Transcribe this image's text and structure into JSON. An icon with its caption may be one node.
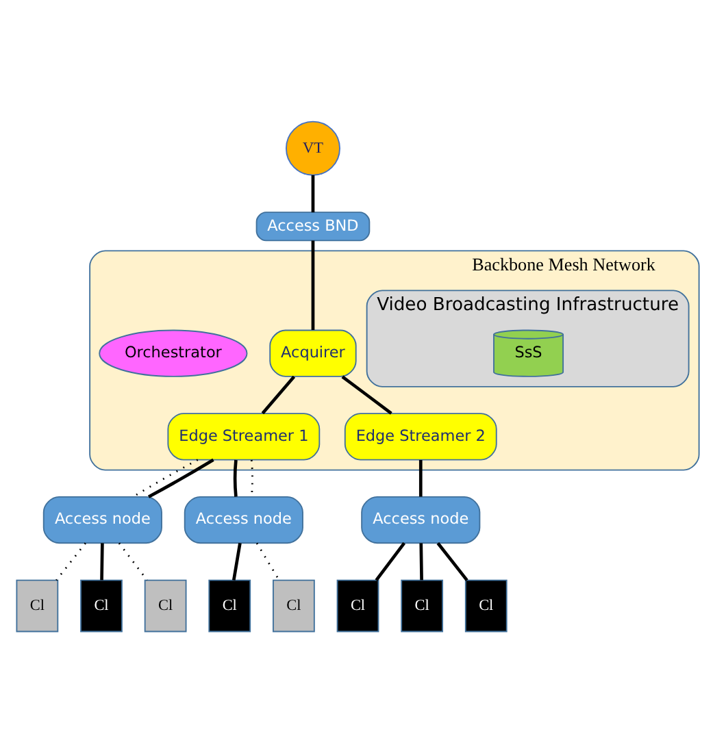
{
  "diagram": {
    "nodes": [
      {
        "text": [
          "VT"
        ]
      },
      {
        "text": [
          "Access BND"
        ]
      },
      {
        "text": [
          "Backbone Mesh Network"
        ]
      },
      {
        "text": [
          "Video Broadcasting Infrastructure"
        ],
        "in": 2
      },
      {
        "text": [
          "SsS"
        ],
        "in": 3
      },
      {
        "text": [
          "Acquirer"
        ],
        "in": 2
      },
      {
        "text": [
          "Orchestrator"
        ],
        "in": 2
      },
      {
        "text": [
          "Edge Streamer 1"
        ],
        "in": 2
      },
      {
        "text": [
          "Edge Streamer 2"
        ],
        "in": 2
      },
      {
        "text": [
          "Access node"
        ]
      },
      {
        "text": [
          "Access node"
        ]
      },
      {
        "text": [
          "Access node"
        ]
      },
      {
        "text": [
          "Cl"
        ]
      },
      {
        "text": [
          "Cl"
        ]
      },
      {
        "text": [
          "Cl"
        ]
      },
      {
        "text": [
          "Cl"
        ]
      },
      {
        "text": [
          "Cl"
        ]
      },
      {
        "text": [
          "Cl"
        ]
      },
      {
        "text": [
          "Cl"
        ]
      },
      {
        "text": [
          "Cl"
        ]
      }
    ],
    "edges": [
      {
        "from": 0,
        "to": 1,
        "arrow": "none"
      },
      {
        "from": 1,
        "to": 5,
        "arrow": "none"
      },
      {
        "from": 5,
        "to": 7,
        "arrow": "none"
      },
      {
        "from": 5,
        "to": 8,
        "arrow": "none"
      },
      {
        "from": 7,
        "to": 9,
        "arrow": "none",
        "style": "dashed"
      },
      {
        "from": 7,
        "to": 9,
        "arrow": "none"
      },
      {
        "from": 7,
        "to": 10,
        "arrow": "none"
      },
      {
        "from": 7,
        "to": 10,
        "arrow": "none",
        "style": "dashed"
      },
      {
        "from": 8,
        "to": 11,
        "arrow": "none"
      },
      {
        "from": 9,
        "to": 12,
        "arrow": "none",
        "style": "dashed"
      },
      {
        "from": 9,
        "to": 18,
        "arrow": "none",
        "style": "dashed"
      },
      {
        "from": 9,
        "to": 13,
        "arrow": "none"
      },
      {
        "from": 10,
        "to": 14,
        "arrow": "none"
      },
      {
        "from": 10,
        "to": 15,
        "arrow": "none",
        "style": "dashed"
      },
      {
        "from": 11,
        "to": 16,
        "arrow": "none"
      },
      {
        "from": 11,
        "to": 19,
        "arrow": "none"
      },
      {
        "from": 11,
        "to": 17,
        "arrow": "none"
      }
    ]
  }
}
